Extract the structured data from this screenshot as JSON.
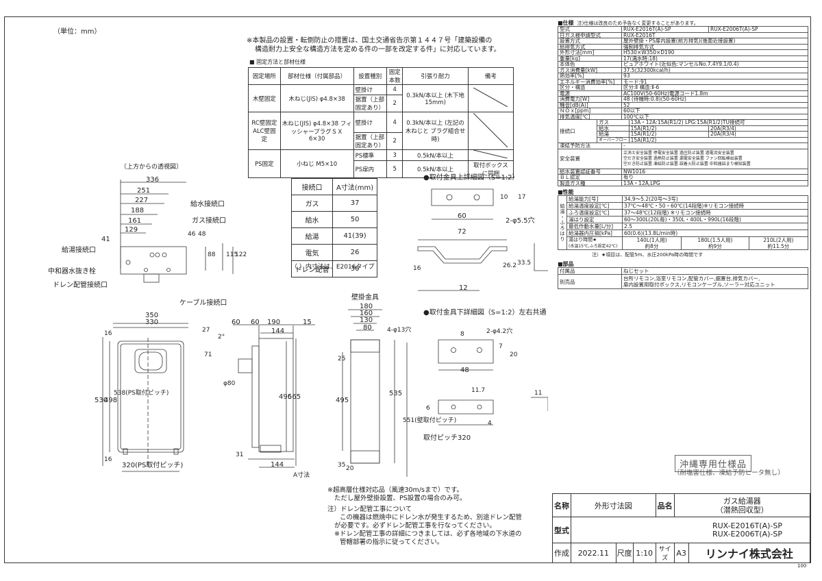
{
  "unit_label": "（単位：mm）",
  "install_note": [
    "※本製品の設置・転倒防止の措置は、国土交通省告示第１４４７号「建築設備の",
    "構造耐力上安全な構造方法を定める件の一部を改定する件」に対応しています。"
  ],
  "fixing_title": "■ 固定方法と部材仕様",
  "fixing_headers": [
    "固定場所",
    "部材仕様（付属部品）",
    "設置種別",
    "固定本数",
    "引張り耐力",
    "備考"
  ],
  "fixing_rows": [
    {
      "place": "木壁固定",
      "member": "木ねじ(JIS) φ4.8×38",
      "kind1": "壁掛け",
      "n1": "4",
      "pull1": "0.3kN/本以上 (木下地15mm)",
      "kind2": "据置（上部固定あり）",
      "n2": "2",
      "note": ""
    },
    {
      "place": "RC壁固定 ALC壁固定",
      "member": "木ねじ(JIS) φ4.8×38 フィッシャープラグＳＸ 6×30",
      "kind1": "壁掛け",
      "n1": "4",
      "pull1": "0.3kN/本以上 (左記の木ねじと プラグ組合せ時)",
      "kind2": "据置（上部固定あり）",
      "n2": "2",
      "note": ""
    },
    {
      "place": "PS固定",
      "member": "小ねじ M5×10",
      "kind1": "PS標準",
      "n1": "3",
      "pull1": "0.5kN/本以上",
      "kind2": "PS扉内",
      "n2": "5",
      "pull2": "0.5kN/本以上",
      "note": "取付ボックス に同梱"
    }
  ],
  "conn_table": {
    "headers": [
      "接続口",
      "A寸法(mm)"
    ],
    "rows": [
      [
        "ガス",
        "37"
      ],
      [
        "給水",
        "50"
      ],
      [
        "給湯",
        "41(39)"
      ],
      [
        "電気",
        "26"
      ],
      [
        "ドレン配管",
        "36"
      ]
    ],
    "footnote": "（ ）内寸法は、E2016タイプ"
  },
  "top_view": {
    "title": "〔上方からの透視図〕",
    "dims": [
      "336",
      "251",
      "227",
      "188",
      "161",
      "129",
      "41",
      "46",
      "48",
      "115",
      "122",
      "88"
    ],
    "labels": [
      "給水接続口",
      "ガス接続口",
      "給湯接続口",
      "中和器水抜き栓",
      "ドレン配管接続口",
      "ケーブル接続口"
    ]
  },
  "front_view": {
    "dims": [
      "350",
      "330",
      "16",
      "530",
      "498",
      "538(PS取付ピッチ)",
      "16",
      "320(PS取付ピッチ)",
      "31",
      "60"
    ]
  },
  "side_view": {
    "dims": [
      "60",
      "190",
      "15",
      "144",
      "27",
      "2°",
      "71",
      "φ80",
      "496",
      "565",
      "144",
      "A寸法"
    ]
  },
  "wall_bracket": {
    "title": "壁掛金具",
    "dims": [
      "180",
      "160",
      "130",
      "80",
      "4-φ13穴",
      "25",
      "495",
      "535",
      "551(壁取付ピッチ)",
      "取付ピッチ320",
      "35",
      "20"
    ]
  },
  "upper_bracket": {
    "title": "●取付金具上詳細図（S=1:2）",
    "dims": [
      "10",
      "17",
      "60",
      "2-φ5.5穴",
      "72",
      "16",
      "26.2",
      "33.5",
      "12"
    ]
  },
  "lower_bracket": {
    "title": "●取付金具下詳細図（S=1:2）左右共通",
    "dims": [
      "8",
      "2-φ4.2穴",
      "7",
      "20",
      "48",
      "11.7",
      "6",
      "4",
      "11"
    ]
  },
  "bottom_notes": [
    "※超高層仕様対応品（風速30m/sまで）です。",
    "ただし屋外壁掛設置、PS設置の場合のみ可。",
    "注）ドレン配管工事について",
    "この機器は燃焼中にドレン水が発生するため、別途ドレン配管",
    "が必要です。必ずドレン配管工事を行なってください。",
    "※ドレン配管工事の詳細につきましては、必ず各地域の下水道の",
    "管轄部署の指示に従ってください。"
  ],
  "spec": {
    "title": "■仕様",
    "subtitle": "注)仕様は改良のため予告なく変更することがあります。",
    "model_row": [
      "型式",
      "RUX-E2016T(A)-SP",
      "RUX-E2006T(A)-SP"
    ],
    "rows": [
      [
        "日ガス検申請型式",
        "RUX-E2016T"
      ],
      [
        "設置方式",
        "屋外壁掛・PS扉内設置(前方排気)(後面近接設置)"
      ],
      [
        "給排気方式",
        "強制排気方式"
      ],
      [
        "外形寸法[mm]",
        "H530×W350×D190"
      ],
      [
        "重量[kg]",
        "17(満水時:18)"
      ],
      [
        "本体色",
        "ピュアホワイト(近似色:マンセルNo.7.4Y9.1/0.4)"
      ],
      [
        "ガス消費量[kW]",
        "37.5(32300kcal/h)"
      ],
      [
        "熱効率[%]",
        "93"
      ],
      [
        "エネルギー消費効率[%]",
        "モード:91"
      ],
      [
        "区分・構造",
        "区分:Ⅱ 構造:Ⅱ-6"
      ],
      [
        "電源",
        "AC100V(50-60Hz)電源コード1.8m"
      ],
      [
        "消費電力[W]",
        "48 (待機時:0.8)(50-60Hz)"
      ],
      [
        "騒音[dB(A)]",
        "52"
      ],
      [
        "ＮＯｘ[ppm]",
        "60以下"
      ],
      [
        "排気温度[℃]",
        "100℃以下"
      ]
    ],
    "connection_label": "接続口",
    "connection_rows": [
      [
        "ガス",
        "13A・12A:15A(R1/2) LPG:15A(R1/2)TU接続可",
        ""
      ],
      [
        "給水",
        "15A(R1/2)",
        "20A(R3/4)"
      ],
      [
        "給湯",
        "15A(R1/2)",
        "20A(R3/4)"
      ],
      [
        "オーバーフロー",
        "15A(R1/2)",
        ""
      ]
    ],
    "freeze_label": "凍結予防方法",
    "freeze_value": "-",
    "safety_label": "安全装置",
    "safety_lines": [
      "立消え安全装置 停電安全装置 過圧防止装置 過電流安全装置",
      "空だき安全装置 過熱防止装置 漏電安全装置 ファン回転検出装置",
      "空だき防止装置 凍結防止装置 誤着火防止装置 中和器詰まり検知装置"
    ],
    "tail_rows": [
      [
        "給水装置認証番号",
        "NW1016"
      ],
      [
        "ＢＬ認定",
        "有り"
      ],
      [
        "製造ガス種",
        "13A・12A,LPG"
      ]
    ]
  },
  "perf": {
    "title": "■性能",
    "side_labels": [
      "給",
      "湯",
      "・",
      "ふ",
      "ろ",
      "は",
      "り"
    ],
    "rows": [
      [
        "給湯能力[号]",
        "34.9〜5.2(20号〜3号)"
      ],
      [
        "給湯温度設定[℃]",
        "37℃〜48℃・50・60℃(14段階)※リモコン接続時"
      ],
      [
        "ふろ温度設定[℃]",
        "37〜48℃(12段階) ※リモコン接続時"
      ],
      [
        "湯はり設定",
        "60〜300L(20L毎)・350L・400L・990L(16段階)"
      ],
      [
        "最低作動水量[L/分]",
        "2.5"
      ],
      [
        "給湯器内圧損[kPa]",
        "60(0.6)(13.8L/min時)"
      ]
    ],
    "fill_label": [
      "湯はり時間★",
      "(水温15℃,ふろ設定42℃)"
    ],
    "fill_values": [
      [
        "140L(1人用)",
        "約8分"
      ],
      [
        "180L(1.5人用)",
        "約9分"
      ],
      [
        "210L(2人用)",
        "約11.5分"
      ]
    ],
    "footnote": "注）★項目は、配管5m、水圧200kPa時の時間です"
  },
  "parts": {
    "title": "■部品",
    "rows": [
      [
        "付属品",
        "ねじセット"
      ],
      [
        "別売品",
        "台所リモコン,浴室リモコン,配管カバー,据置台,排気カバー,\n扉内設置用取付ボックス,リモコンケーブル,ソーラー対応ユニット"
      ]
    ]
  },
  "stamp": {
    "label": "沖縄専用仕様品",
    "sub": "〔耐塩害仕様、凍結予防ヒータ無し〕"
  },
  "title_block": {
    "name_label": "名称",
    "name_value": "外形寸法図",
    "product_label": "品名",
    "product_value1": "ガス給湯器",
    "product_value2": "（潜熱回収型）",
    "model_label": "型式",
    "model_value1": "RUX-E2016T(A)-SP",
    "model_value2": "RUX-E2006T(A)-SP",
    "made_label": "作成",
    "date": "2022.11",
    "scale_label": "尺度",
    "scale": "1:10",
    "size_label": "サイズ",
    "size": "A3",
    "company": "リンナイ株式会社"
  },
  "page_number": "100"
}
